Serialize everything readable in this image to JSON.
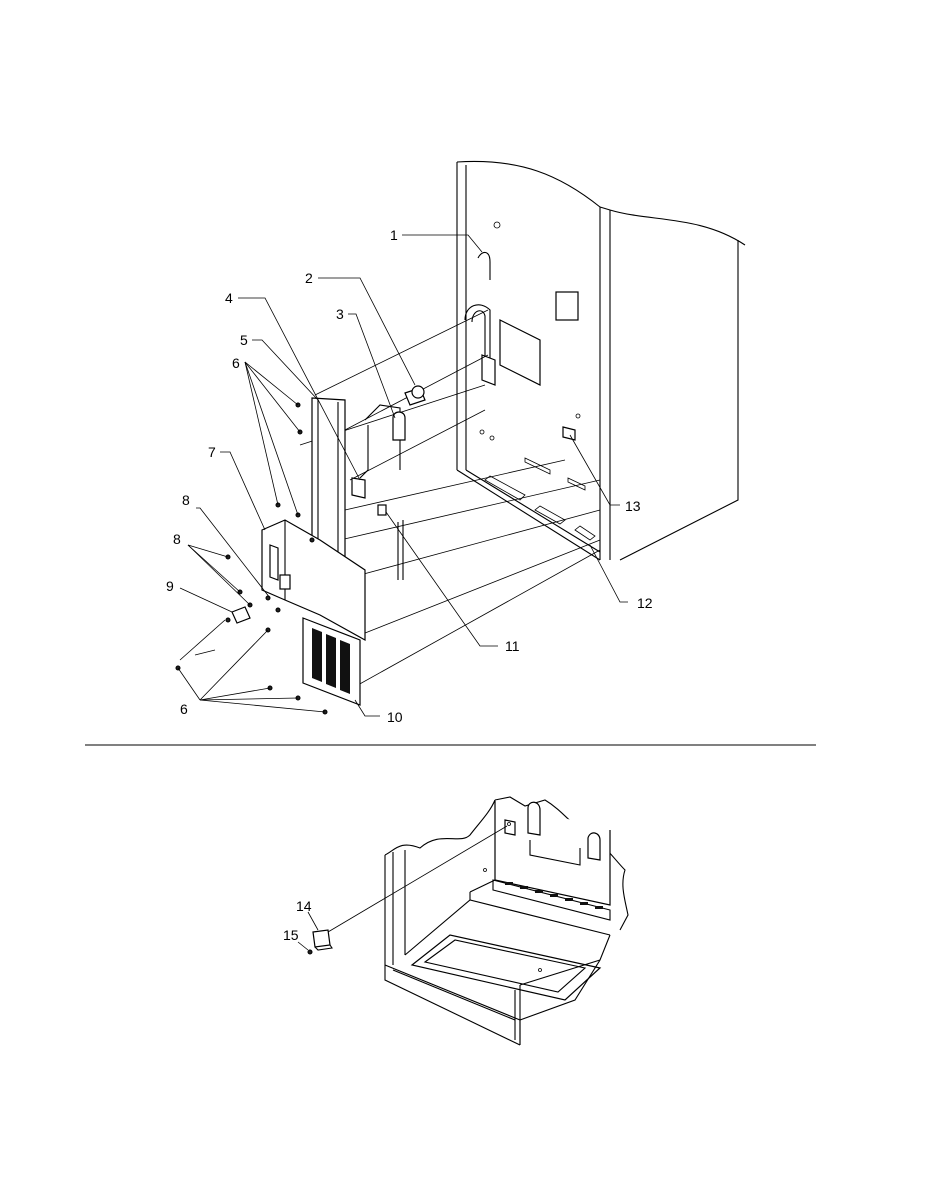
{
  "diagram": {
    "callouts": {
      "c1": "1",
      "c2": "2",
      "c3": "3",
      "c4": "4",
      "c5": "5",
      "c6a": "6",
      "c6b": "6",
      "c7": "7",
      "c8a": "8",
      "c8b": "8",
      "c9": "9",
      "c10": "10",
      "c11": "11",
      "c12": "12",
      "c13": "13",
      "c14": "14",
      "c15": "15"
    }
  }
}
